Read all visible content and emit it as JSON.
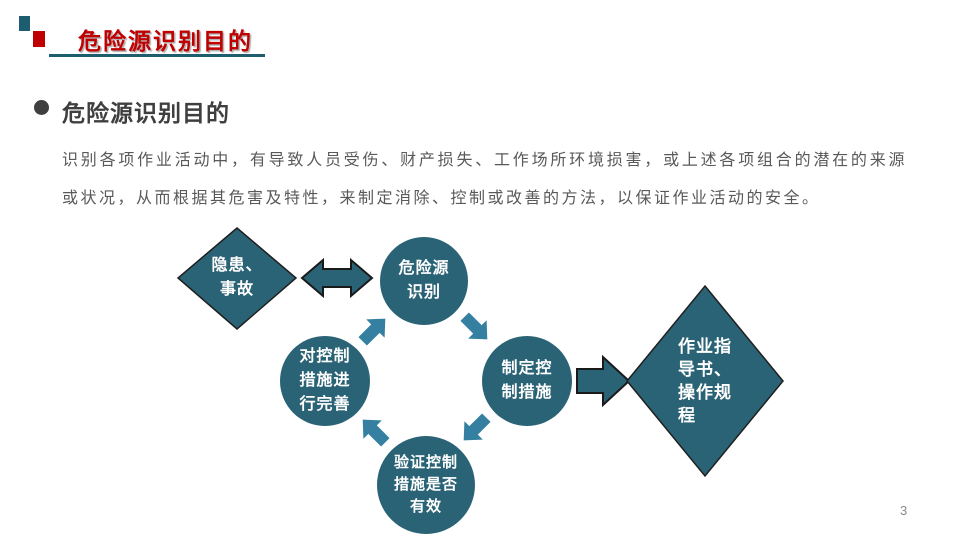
{
  "slide": {
    "page_number": "3",
    "colors": {
      "accent_red": "#c00000",
      "shape_teal": "#2a6375",
      "cycle_arrow_teal": "#3580a0",
      "underline_teal": "#1e5c6f",
      "heading_gray": "#3f3f3f",
      "body_gray": "#595959"
    }
  },
  "header": {
    "title": "危险源识别目的"
  },
  "content": {
    "heading": "危险源识别目的",
    "paragraph": "识别各项作业活动中，有导致人员受伤、财产损失、工作场所环境损害，或上述各项组合的潜在的来源或状况，从而根据其危害及特性，来制定消除、控制或改善的方法，以保证作业活动的安全。"
  },
  "diagram": {
    "hazard_diamond": "隐患、\n事故",
    "identify_circle": "危险源\n识别",
    "plan_circle": "制定控\n制措施",
    "verify_circle": "验证控制\n措施是否\n有效",
    "improve_circle": "对控制\n措施进\n行完善",
    "output_diamond": "作业指\n导书、\n操作规\n程"
  }
}
